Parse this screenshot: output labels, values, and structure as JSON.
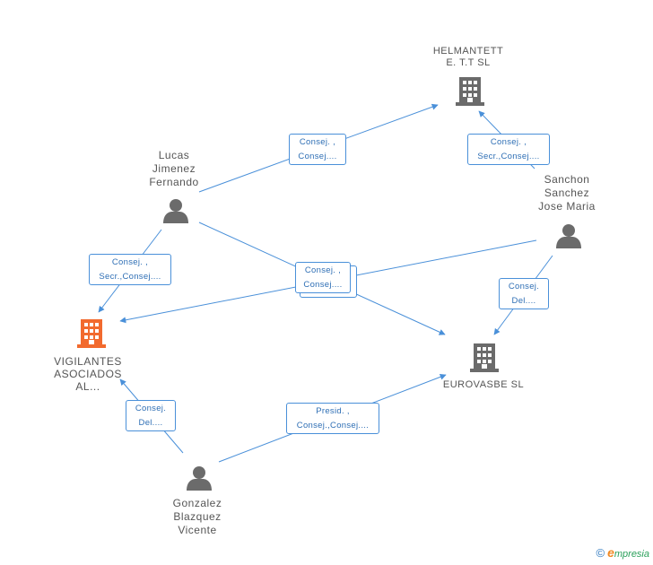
{
  "nodes": {
    "helmantett": {
      "label": "HELMANTETT\nE. T.T SL"
    },
    "lucas": {
      "label": "Lucas\nJimenez\nFernando"
    },
    "sanchon": {
      "label": "Sanchon\nSanchez\nJose Maria"
    },
    "vigilantes": {
      "label": "VIGILANTES\nASOCIADOS\nAL..."
    },
    "eurovasbe": {
      "label": "EUROVASBE SL"
    },
    "gonzalez": {
      "label": "Gonzalez\nBlazquez\nVicente"
    }
  },
  "edges": {
    "lucas_helmantett": {
      "line1": "Consej. ,",
      "line2": "Consej...."
    },
    "sanchon_helmantett": {
      "line1": "Consej. ,",
      "line2": "Secr.,Consej...."
    },
    "lucas_vigilantes": {
      "line1": "Consej. ,",
      "line2": "Secr.,Consej...."
    },
    "center_group": {
      "line1": "Consej. ,",
      "line2": "Consej...."
    },
    "sanchon_eurovasbe": {
      "line1": "Consej.",
      "line2": "Del...."
    },
    "gonzalez_vigilantes": {
      "line1": "Consej.",
      "line2": "Del...."
    },
    "gonzalez_eurovasbe": {
      "line1": "Presid. ,",
      "line2": "Consej.,Consej...."
    }
  },
  "colors": {
    "line": "#4a90d9",
    "person": "#6b6b6b",
    "company": "#6b6b6b",
    "company_highlight": "#f26a2e"
  },
  "brand": {
    "symbol": "©",
    "initial": "e",
    "rest": "mpresia"
  }
}
